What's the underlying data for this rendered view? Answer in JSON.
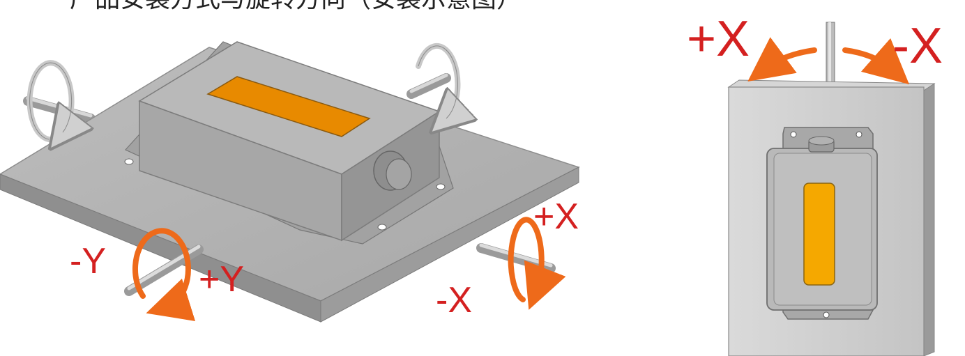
{
  "header": {
    "caption_fragment": "产品安装方式与旋转方向（安装示意图）"
  },
  "left_view": {
    "labels": {
      "neg_y": "-Y",
      "pos_y": "+Y",
      "pos_x": "+X",
      "neg_x": "-X"
    }
  },
  "right_view": {
    "labels": {
      "pos_x": "+X",
      "neg_x": "-X"
    }
  },
  "colors": {
    "arrow_orange": "#ee6a1a",
    "arrow_gray": "#c8c8c8",
    "label_red": "#d42020",
    "window_orange": "#e88a00",
    "window_yellow": "#f5a800",
    "body_gray": "#a9a9a9",
    "plate_gray": "#b4b4b4"
  },
  "icons": [
    "rotation-arrow-icon",
    "curved-arrow-icon"
  ]
}
